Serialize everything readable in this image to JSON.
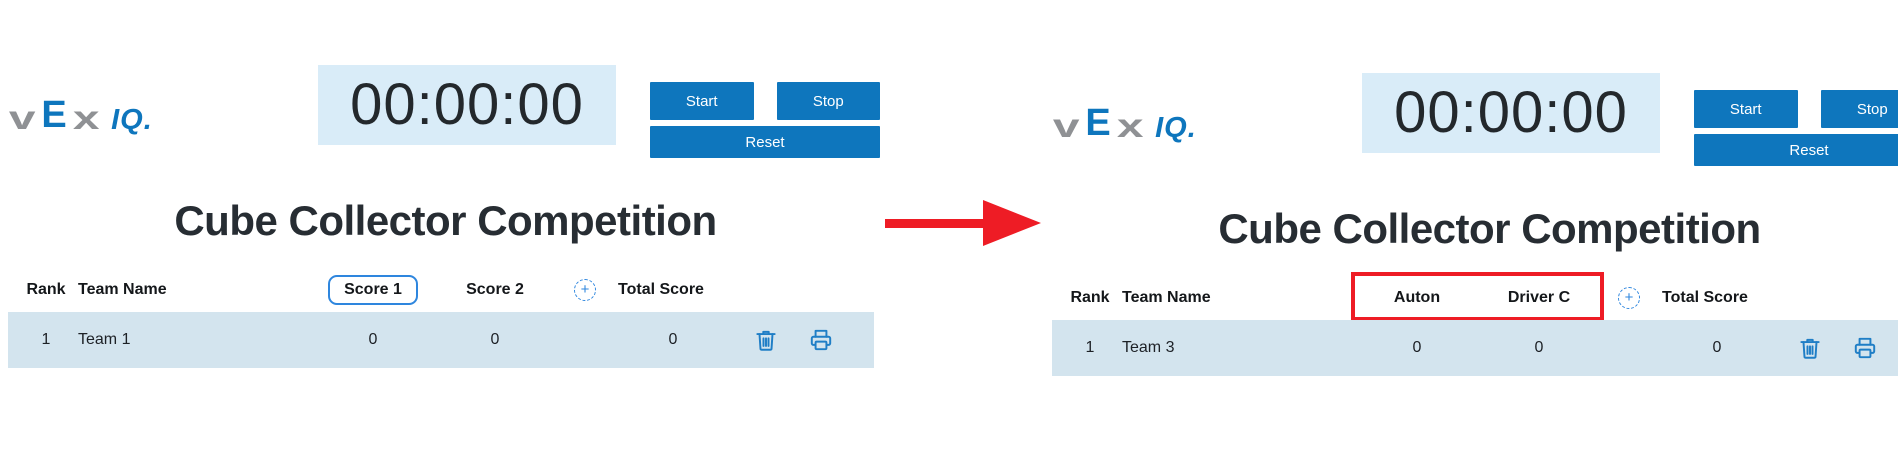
{
  "logo": {
    "v": "v",
    "e": "E",
    "x": "x",
    "iq": "IQ."
  },
  "icons": {
    "add_column": "+",
    "delete": "trash-icon",
    "print": "printer-icon"
  },
  "colors": {
    "button_blue": "#0e76bd",
    "timer_background": "#d9ecf8",
    "row_background": "#d3e4ee",
    "accent_blue": "#2e86de",
    "icon_blue": "#1f7ec6",
    "annotation_red": "#ee1c25",
    "logo_gray": "#8f9194",
    "title_text": "#272d33"
  },
  "panels": [
    {
      "timer": {
        "value": "00:00:00"
      },
      "buttons": {
        "start": "Start",
        "stop": "Stop",
        "reset": "Reset"
      },
      "title": "Cube Collector Competition",
      "table": {
        "headers": {
          "rank": "Rank",
          "team": "Team Name",
          "score1": "Score 1",
          "score2": "Score 2",
          "add_column_icon": "+",
          "total": "Total Score"
        },
        "rows": [
          {
            "rank": "1",
            "team": "Team 1",
            "score1": "0",
            "score2": "0",
            "total": "0"
          }
        ]
      }
    },
    {
      "timer": {
        "value": "00:00:00"
      },
      "buttons": {
        "start": "Start",
        "stop": "Stop",
        "reset": "Reset"
      },
      "title": "Cube Collector Competition",
      "table": {
        "headers": {
          "rank": "Rank",
          "team": "Team Name",
          "score1": "Auton",
          "score2": "Driver C",
          "add_column_icon": "+",
          "total": "Total Score"
        },
        "rows": [
          {
            "rank": "1",
            "team": "Team 3",
            "score1": "0",
            "score2": "0",
            "total": "0"
          }
        ]
      }
    }
  ]
}
